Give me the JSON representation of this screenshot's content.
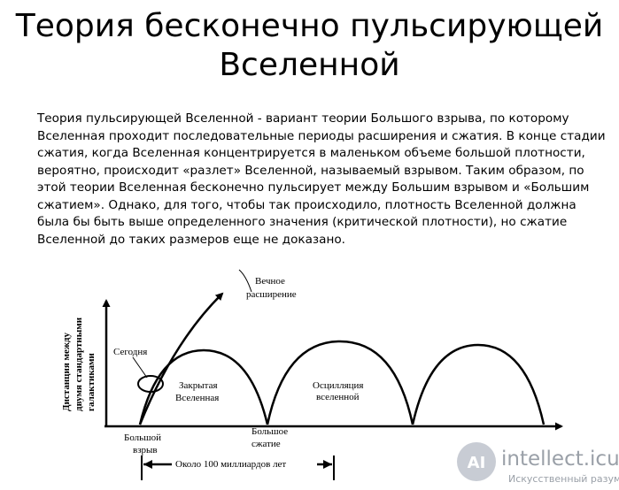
{
  "title": {
    "line1": "Теория бесконечно пульсирующей",
    "line2": "Вселенной"
  },
  "body": {
    "lines": [
      "Теория пульсирующей Вселенной - вариант теории Большого взрыва, по которому",
      "Вселенная проходит последовательные периоды расширения и сжатия. В конце стадии",
      "сжатия, когда Вселенная концентрируется в маленьком объеме большой плотности,",
      "вероятно, происходит «разлет» Вселенной, называемый взрывом. Таким образом, по",
      "этой теории Вселенная бесконечно пульсирует между Большим взрывом и «Большим",
      "сжатием». Однако, для того, чтобы так происходило, плотность Вселенной должна",
      "была бы быть выше определенного значения (критической плотности), но сжатие",
      "Вселенной до таких размеров еще не доказано."
    ]
  },
  "diagram": {
    "y_axis_label_line1": "Дистанция между",
    "y_axis_label_line2": "двумя стандартными",
    "y_axis_label_line3": "галактиками",
    "eternal_expansion_line1": "Вечное",
    "eternal_expansion_line2": "расширение",
    "today": "Сегодня",
    "closed_universe_line1": "Закрытая",
    "closed_universe_line2": "Вселенная",
    "oscillating_line1": "Осцилляция",
    "oscillating_line2": "вселенной",
    "big_bang_line1": "Большой",
    "big_bang_line2": "взрыв",
    "big_crunch_line1": "Большое",
    "big_crunch_line2": "сжатие",
    "timescale": "Около 100 миллиардов лет"
  },
  "watermark": {
    "name": "intellect.icu",
    "tagline": "Искусственный разум",
    "logo_letters": "AI",
    "colors": {
      "logo": "#c8ccd4",
      "text": "#9aa0a8"
    }
  }
}
